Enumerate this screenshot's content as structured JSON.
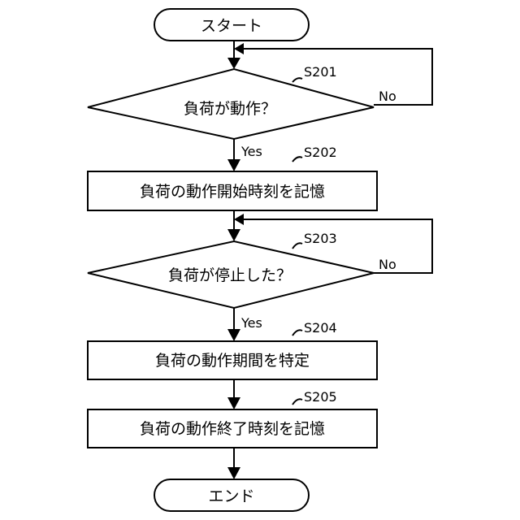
{
  "flowchart": {
    "start": "スタート",
    "end": "エンド",
    "steps": [
      {
        "id": "S201",
        "kind": "decision",
        "text": "負荷が動作？",
        "yes": "Yes",
        "no": "No"
      },
      {
        "id": "S202",
        "kind": "process",
        "text": "負荷の動作開始時刻を記憶"
      },
      {
        "id": "S203",
        "kind": "decision",
        "text": "負荷が停止した？",
        "yes": "Yes",
        "no": "No"
      },
      {
        "id": "S204",
        "kind": "process",
        "text": "負荷の動作期間を特定"
      },
      {
        "id": "S205",
        "kind": "process",
        "text": "負荷の動作終了時刻を記憶"
      }
    ]
  }
}
